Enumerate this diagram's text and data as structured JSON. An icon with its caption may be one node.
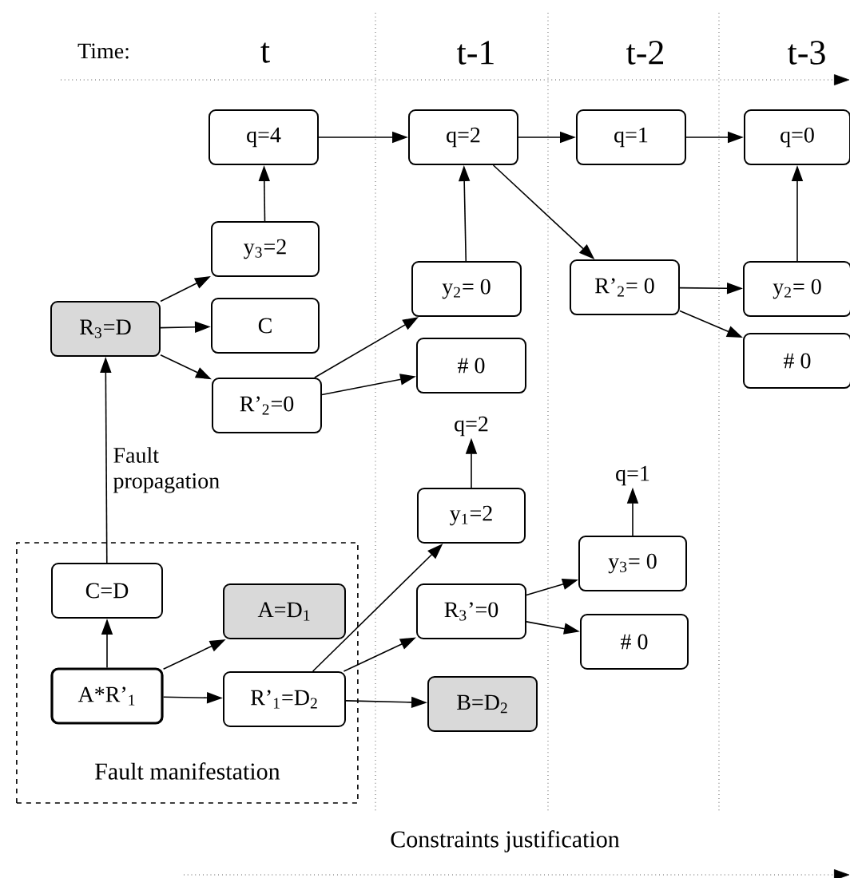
{
  "diagram": {
    "nodes": [
      {
        "text": [
          "q=4"
        ]
      },
      {
        "text": [
          "q=2"
        ]
      },
      {
        "text": [
          "q=1"
        ]
      },
      {
        "text": [
          "q=0"
        ]
      },
      {
        "text": [
          "y$_{3}$=2"
        ]
      },
      {
        "text": [
          "R$_{3}$=D"
        ]
      },
      {
        "text": [
          "C"
        ]
      },
      {
        "text": [
          "R’$_{2}$=0"
        ]
      },
      {
        "text": [
          "y$_{2}$= 0"
        ]
      },
      {
        "text": [
          "# 0"
        ]
      },
      {
        "text": [
          "R’$_{2}$= 0"
        ]
      },
      {
        "text": [
          "y$_{2}$= 0"
        ]
      },
      {
        "text": [
          "# 0"
        ]
      },
      {
        "text": [
          "q=2"
        ]
      },
      {
        "text": [
          "y$_{1}$=2"
        ]
      },
      {
        "text": [
          "q=1"
        ]
      },
      {
        "text": [
          "y$_{3}$= 0"
        ]
      },
      {
        "text": [
          "R$_{3}$’=0"
        ]
      },
      {
        "text": [
          "# 0"
        ]
      },
      {
        "text": [
          "Fault manifestation"
        ]
      },
      {
        "text": [
          "C=D"
        ],
        "in": 19
      },
      {
        "text": [
          "A=D$_{1}$"
        ],
        "in": 19
      },
      {
        "text": [
          "A*R’$_{1}$"
        ],
        "in": 19
      },
      {
        "text": [
          "R’$_{1}$=D$_{2}$"
        ],
        "in": 19
      },
      {
        "text": [
          "B=D$_{2}$"
        ]
      }
    ],
    "edges": [
      {
        "from": 0,
        "to": 1,
        "arrow": "to"
      },
      {
        "from": 1,
        "to": 2,
        "arrow": "to"
      },
      {
        "from": 2,
        "to": 3,
        "arrow": "to"
      },
      {
        "from": 4,
        "to": 0,
        "arrow": "to"
      },
      {
        "from": 5,
        "to": 4,
        "arrow": "to"
      },
      {
        "from": 5,
        "to": 6,
        "arrow": "to"
      },
      {
        "from": 5,
        "to": 7,
        "arrow": "to"
      },
      {
        "from": 7,
        "to": 8,
        "arrow": "to"
      },
      {
        "from": 7,
        "to": 9,
        "arrow": "to"
      },
      {
        "from": 8,
        "to": 1,
        "arrow": "to"
      },
      {
        "from": 1,
        "to": 10,
        "arrow": "to"
      },
      {
        "from": 10,
        "to": 11,
        "arrow": "to"
      },
      {
        "from": 10,
        "to": 12,
        "arrow": "to"
      },
      {
        "from": 11,
        "to": 3,
        "arrow": "to"
      },
      {
        "from": 14,
        "to": 13,
        "arrow": "to"
      },
      {
        "from": 17,
        "to": 16,
        "arrow": "to"
      },
      {
        "from": 17,
        "to": 18,
        "arrow": "to"
      },
      {
        "from": 16,
        "to": 15,
        "arrow": "to"
      },
      {
        "from": 20,
        "to": 5,
        "arrow": "to",
        "label": "Fault propagation"
      },
      {
        "from": 22,
        "to": 20,
        "arrow": "to"
      },
      {
        "from": 22,
        "to": 21,
        "arrow": "to"
      },
      {
        "from": 22,
        "to": 23,
        "arrow": "to"
      },
      {
        "from": 23,
        "to": 14,
        "arrow": "to"
      },
      {
        "from": 23,
        "to": 17,
        "arrow": "to"
      },
      {
        "from": 23,
        "to": 24,
        "arrow": "to"
      }
    ],
    "labels": [
      "Time:",
      "t",
      "t-1",
      "t-2",
      "t-3",
      "Constraints justification"
    ]
  }
}
